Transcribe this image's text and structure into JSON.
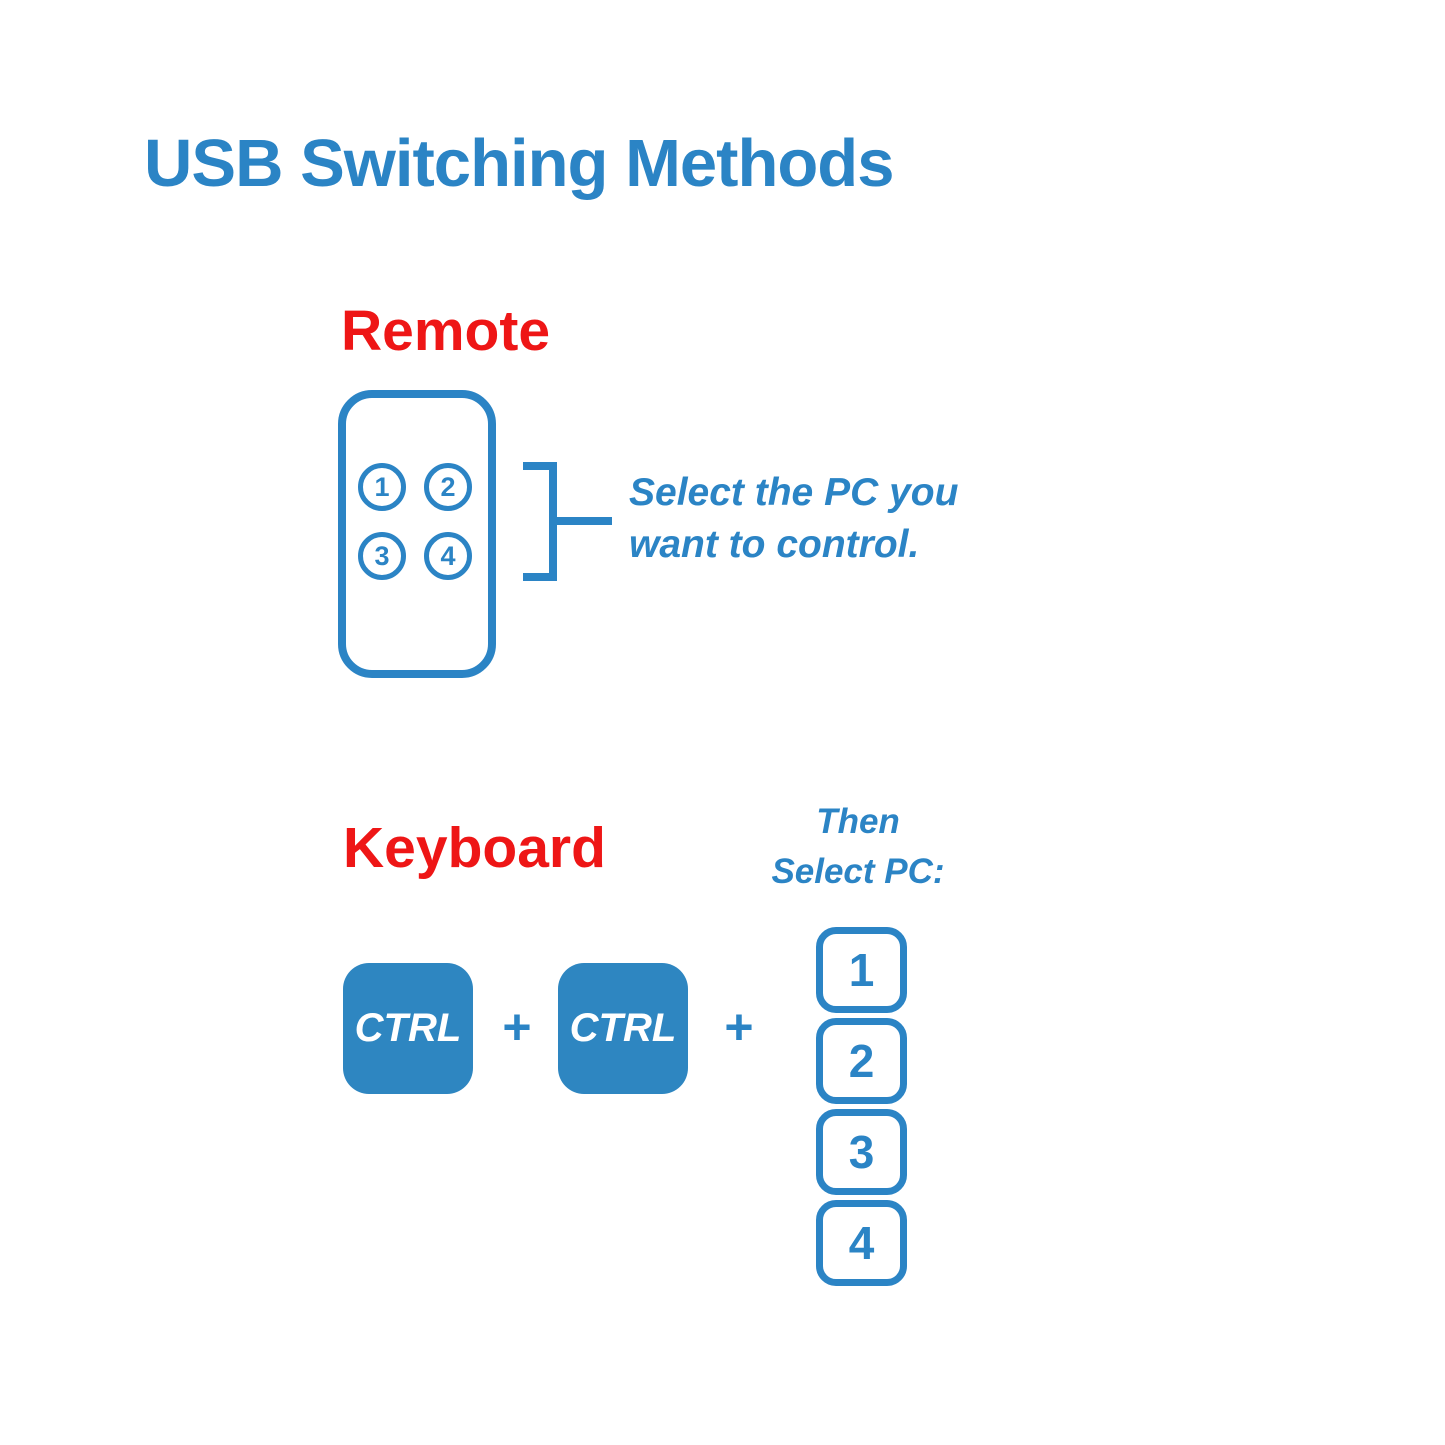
{
  "title": "USB Switching Methods",
  "colors": {
    "blue": "#2B84C5",
    "key_fill": "#2E86C1",
    "red": "#EE1616",
    "background": "#FFFFFF",
    "key_text_white": "#FFFFFF"
  },
  "remote_section": {
    "label": "Remote",
    "buttons": [
      "1",
      "2",
      "3",
      "4"
    ],
    "annotation": {
      "line1": "Select the PC you",
      "line2": "want to control."
    }
  },
  "keyboard_section": {
    "label": "Keyboard",
    "then_label": {
      "line1": "Then",
      "line2": "Select PC:"
    },
    "ctrl_key_label": "CTRL",
    "plus": "+",
    "select_keys": [
      "1",
      "2",
      "3",
      "4"
    ]
  }
}
